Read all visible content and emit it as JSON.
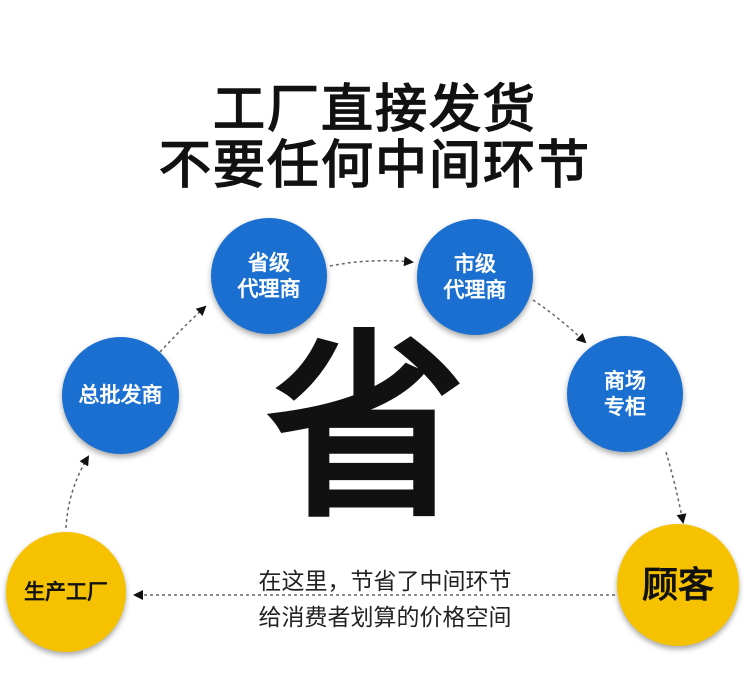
{
  "headline": {
    "line1": "工厂直接发货",
    "line2": "不要任何中间环节"
  },
  "nodes": {
    "factory": "生产工厂",
    "wholesaler": "总批发商",
    "provincial": [
      "省级",
      "代理商"
    ],
    "city": [
      "市级",
      "代理商"
    ],
    "mall": [
      "商场",
      "专柜"
    ],
    "customer": "顾客"
  },
  "center_char": "省",
  "note": {
    "line1": "在这里，节省了中间环节",
    "line2": "给消费者划算的价格空间"
  },
  "colors": {
    "blue_node": "#1a6fd0",
    "yellow_node": "#f6c200",
    "text": "#111111"
  }
}
